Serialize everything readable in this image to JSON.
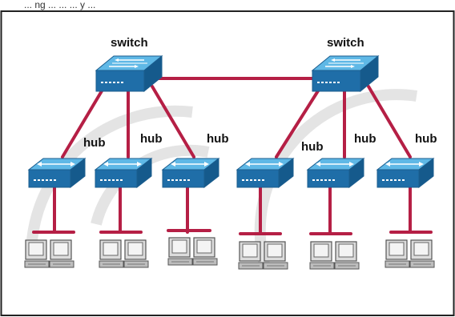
{
  "header": {
    "caption": "... ng ... ... ... y ..."
  },
  "switches": [
    {
      "label": "switch"
    },
    {
      "label": "switch"
    }
  ],
  "hubs": [
    {
      "label": "hub"
    },
    {
      "label": "hub"
    },
    {
      "label": "hub"
    },
    {
      "label": "hub"
    },
    {
      "label": "hub"
    },
    {
      "label": "hub"
    }
  ],
  "colors": {
    "link": "#b51f45",
    "device_top": "#5fb8e6",
    "device_front": "#1f6ea8",
    "device_side": "#155a8c",
    "computer": "#c8c8c8",
    "watermark": "#dddddd",
    "border": "#222222"
  },
  "icons": {
    "switch": "switch-icon",
    "hub": "hub-icon",
    "computer": "computer-icon"
  }
}
